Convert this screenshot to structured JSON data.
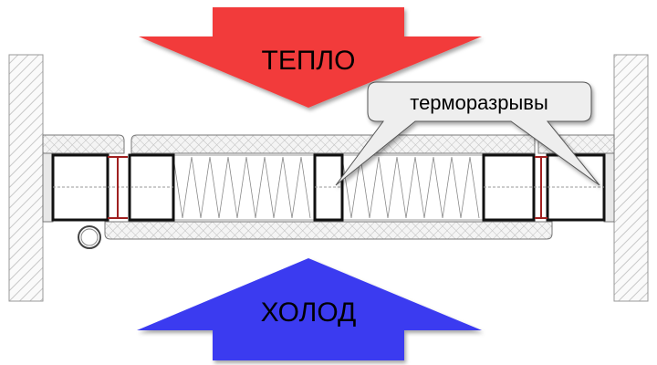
{
  "labels": {
    "heat": "ТЕПЛО",
    "cold": "ХОЛОД",
    "callout": "терморазрывы"
  },
  "colors": {
    "heat_arrow": "#f23a3a",
    "cold_arrow": "#3a3af0",
    "callout_fill": "#eeeeee",
    "thermal_break": "#a02020"
  }
}
